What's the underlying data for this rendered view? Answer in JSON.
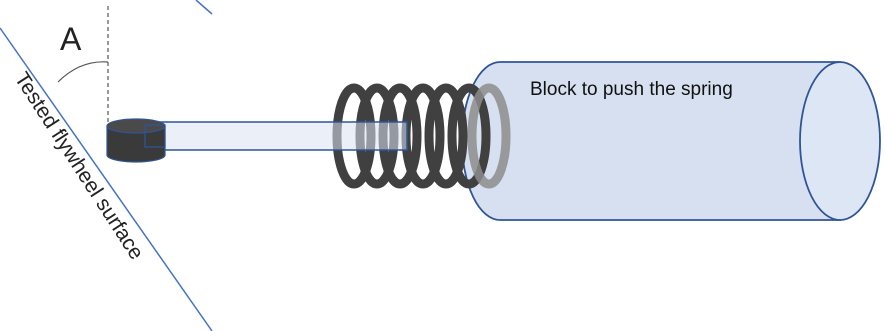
{
  "labels": {
    "angle": "A",
    "surface": "Tested flywheel surface",
    "block": "Block to push the spring"
  },
  "colors": {
    "surface_line": "#4472c4",
    "spring_dark": "#404040",
    "spring_light": "#8c8c8c",
    "block_fill": "#d6e0f0",
    "block_stroke": "#2f5597",
    "rod_fill": "#dae3f3",
    "cap_fill": "#3a3a3a"
  },
  "spring": {
    "coil_count": 9
  }
}
